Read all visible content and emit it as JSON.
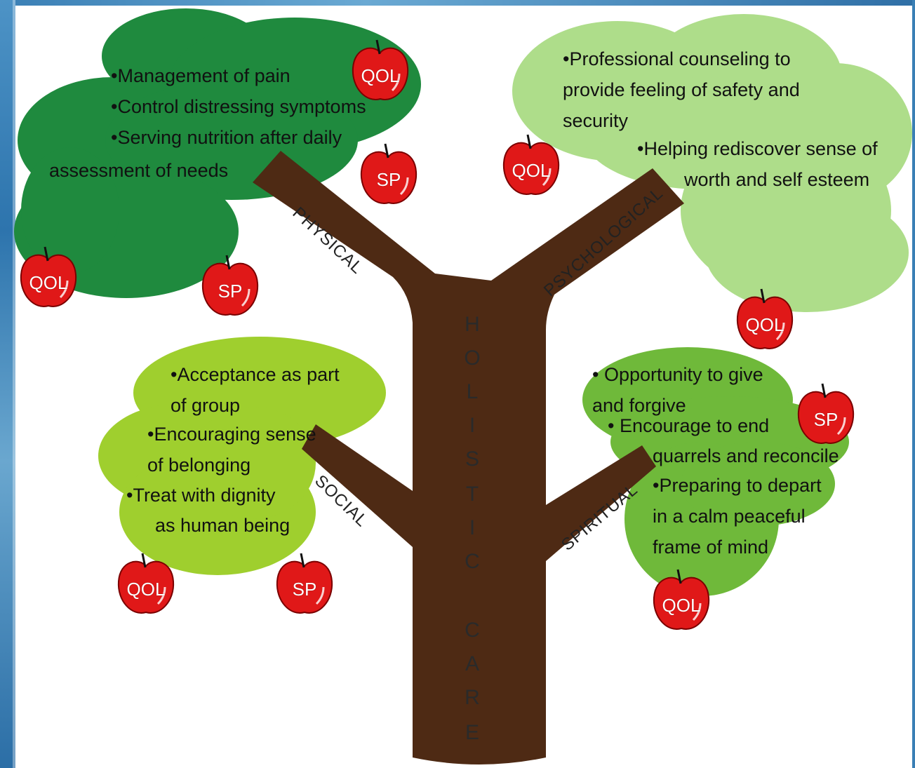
{
  "colors": {
    "frame": "#3a7fb5",
    "trunk": "#4e2a14",
    "physical_foliage": "#1f8a3e",
    "psychological_foliage": "#aedd8a",
    "social_foliage": "#9fcf2e",
    "spiritual_foliage": "#6fb93a",
    "apple": "#e01818"
  },
  "trunk_label": [
    "H",
    "O",
    "L",
    "I",
    "S",
    "T",
    "I",
    "C",
    "C",
    "A",
    "R",
    "E"
  ],
  "branches": {
    "physical": "PHYSICAL",
    "psychological": "PSYCHOLOGICAL",
    "social": "SOCIAL",
    "spiritual": "SPIRITUAL"
  },
  "physical_text": [
    "•Management of pain",
    "•Control distressing symptoms",
    "•Serving nutrition after daily",
    "assessment of needs"
  ],
  "psychological_text": [
    "•Professional counseling to",
    "provide feeling of safety and",
    "security",
    "•Helping rediscover sense of",
    "worth and self esteem"
  ],
  "social_text": [
    "•Acceptance as part",
    "of group",
    "•Encouraging sense",
    "of belonging",
    "•Treat with dignity",
    "as human being"
  ],
  "spiritual_text": [
    "• Opportunity to give",
    "and forgive",
    "• Encourage to end",
    "quarrels and reconcile",
    "•Preparing to depart",
    "in a calm peaceful",
    "frame of mind"
  ],
  "apples": [
    "QOL",
    "SP",
    "QOL",
    "SP",
    "QOL",
    "QOL",
    "QOL",
    "SP",
    "SP",
    "QOL"
  ],
  "icons": {
    "apple": "apple-icon"
  }
}
